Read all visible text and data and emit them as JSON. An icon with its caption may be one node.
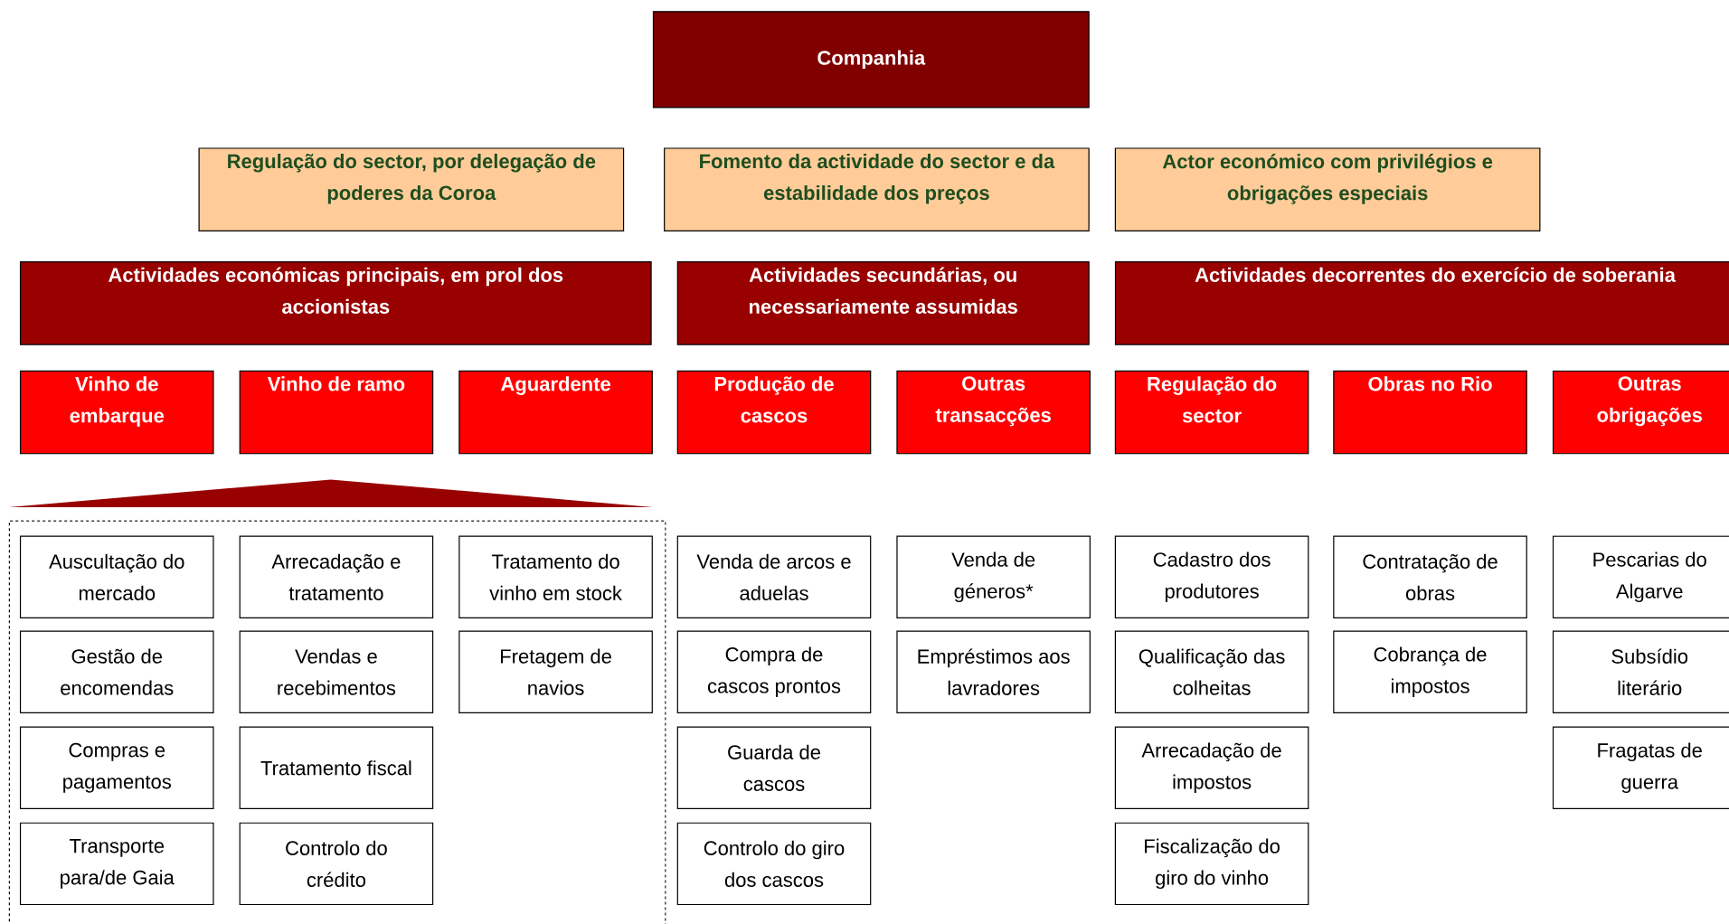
{
  "diagram": {
    "nodes": [
      {
        "text": [
          "Companhia"
        ]
      },
      {
        "text": [
          "Regulação do sector, por delegação de poderes da Coroa"
        ]
      },
      {
        "text": [
          "Fomento da actividade do sector e da estabilidade dos preços"
        ]
      },
      {
        "text": [
          "Actor económico com privilégios e obrigações especiais"
        ]
      },
      {
        "text": [
          "Actividades económicas principais, em prol dos accionistas"
        ]
      },
      {
        "text": [
          "Actividades secundárias, ou necessariamente assumidas"
        ]
      },
      {
        "text": [
          "Actividades decorrentes do exercício de soberania"
        ]
      },
      {
        "text": [
          "Vinho de embarque"
        ]
      },
      {
        "text": [
          "Vinho de ramo"
        ]
      },
      {
        "text": [
          "Aguardente"
        ]
      },
      {
        "text": [
          "Produção de cascos"
        ]
      },
      {
        "text": [
          "Outras transacções"
        ]
      },
      {
        "text": [
          "Regulação do sector"
        ]
      },
      {
        "text": [
          "Obras no Rio"
        ]
      },
      {
        "text": [
          "Outras obrigações"
        ]
      },
      {
        "text": [],
        "shape": "triangle"
      },
      {
        "text": [],
        "shape": "box"
      },
      {
        "text": [
          "Auscultação do mercado"
        ],
        "in": 16
      },
      {
        "text": [
          "Arrecadação e tratamento"
        ],
        "in": 16
      },
      {
        "text": [
          "Tratamento do vinho em stock"
        ],
        "in": 16
      },
      {
        "text": [
          "Venda de arcos e aduelas"
        ]
      },
      {
        "text": [
          "Venda de géneros*"
        ]
      },
      {
        "text": [
          "Cadastro dos produtores"
        ]
      },
      {
        "text": [
          "Contratação de obras"
        ]
      },
      {
        "text": [
          "Pescarias do Algarve"
        ]
      },
      {
        "text": [
          "Gestão de encomendas"
        ],
        "in": 16
      },
      {
        "text": [
          "Vendas e recebimentos"
        ],
        "in": 16
      },
      {
        "text": [
          "Fretagem de navios"
        ],
        "in": 16
      },
      {
        "text": [
          "Compra de cascos prontos"
        ]
      },
      {
        "text": [
          "Empréstimos aos lavradores"
        ]
      },
      {
        "text": [
          "Qualificação das colheitas"
        ]
      },
      {
        "text": [
          "Cobrança de impostos"
        ]
      },
      {
        "text": [
          "Subsídio literário"
        ]
      },
      {
        "text": [
          "Compras e pagamentos"
        ],
        "in": 16
      },
      {
        "text": [
          "Tratamento fiscal"
        ],
        "in": 16
      },
      {
        "text": [
          "Guarda de cascos"
        ]
      },
      {
        "text": [
          "Arrecadação de impostos"
        ]
      },
      {
        "text": [
          "Fragatas de guerra"
        ]
      },
      {
        "text": [
          "Transporte para/de Gaia"
        ],
        "in": 16
      },
      {
        "text": [
          "Controlo do crédito"
        ],
        "in": 16
      },
      {
        "text": [
          "Controlo do giro dos cascos"
        ]
      },
      {
        "text": [
          "Fiscalização do giro do vinho"
        ]
      }
    ]
  }
}
